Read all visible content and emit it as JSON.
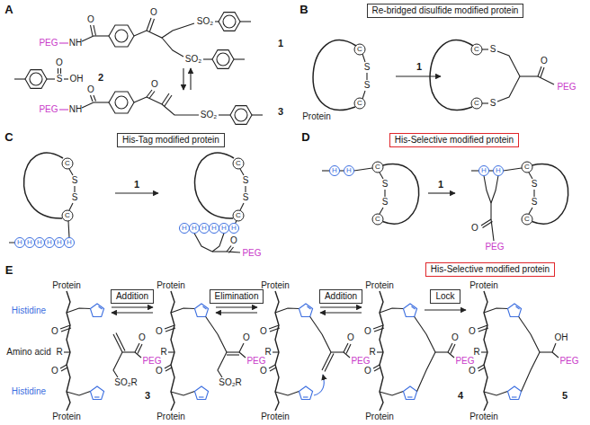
{
  "diagram": {
    "nodes": [
      {
        "text": [
          "Re-bridged disulfide modified protein"
        ]
      },
      {
        "text": [
          "His-Tag modified protein"
        ]
      },
      {
        "text": [
          "His-Selective modified protein"
        ]
      },
      {
        "text": [
          "His-Selective modified protein"
        ]
      },
      {
        "text": [
          "Addition"
        ]
      },
      {
        "text": [
          "Elimination"
        ]
      },
      {
        "text": [
          "Addition"
        ]
      },
      {
        "text": [
          "Lock"
        ]
      }
    ],
    "labels": [
      "A",
      "PEG",
      "NH",
      "O",
      "O",
      "SO₂",
      "SO₂",
      "1",
      "O",
      "S",
      "OH",
      "2",
      "PEG",
      "NH",
      "O",
      "O",
      "SO₂",
      "3",
      "B",
      "C",
      "S",
      "S",
      "C",
      "Protein",
      "1",
      "C",
      "S",
      "S",
      "C",
      "O",
      "PEG",
      "C",
      "C",
      "S",
      "S",
      "C",
      "H",
      "H",
      "H",
      "H",
      "H",
      "H",
      "1",
      "C",
      "S",
      "S",
      "C",
      "H",
      "H",
      "H",
      "H",
      "H",
      "H",
      "O",
      "PEG",
      "D",
      "H",
      "H",
      "C",
      "S",
      "S",
      "C",
      "1",
      "H",
      "H",
      "C",
      "S",
      "S",
      "C",
      "O",
      "PEG",
      "E",
      "Histidine",
      "Amino acid",
      "Histidine",
      "Protein",
      "O",
      "R",
      "O",
      "Protein",
      "SO₂R",
      "O",
      "PEG",
      "3",
      "Protein",
      "O",
      "R",
      "O",
      "Protein",
      "SO₂R",
      "O",
      "PEG",
      "Protein",
      "O",
      "R",
      "O",
      "Protein",
      "O",
      "PEG",
      "Protein",
      "O",
      "R",
      "O",
      "Protein",
      "O",
      "PEG",
      "4",
      "Protein",
      "O",
      "R",
      "O",
      "Protein",
      "OH",
      "PEG",
      "5"
    ]
  }
}
